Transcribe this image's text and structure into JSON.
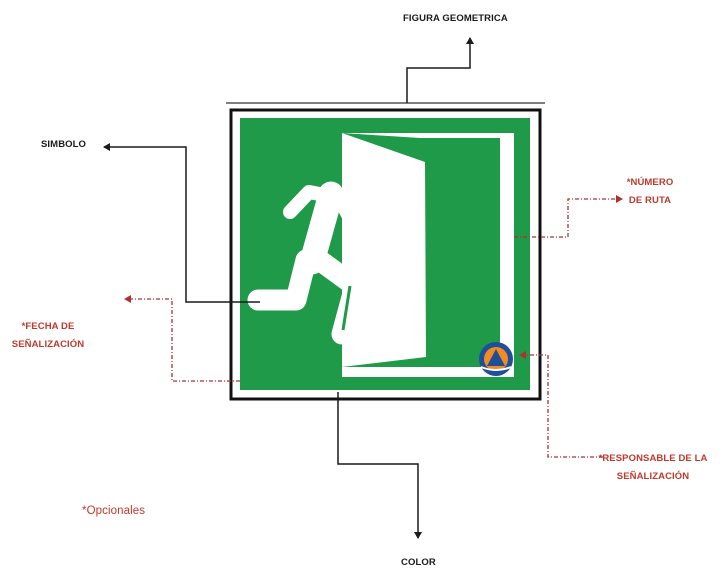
{
  "labels": {
    "figura": "FIGURA GEOMETRICA",
    "simbolo": "SIMBOLO",
    "color": "COLOR",
    "numero_ruta_line1": "*NÚMERO",
    "numero_ruta_line2": "DE RUTA",
    "fecha_line1": "*FECHA DE",
    "fecha_line2": "SEÑALIZACIÓN",
    "responsable_line1": "*RESPONSABLE DE LA",
    "responsable_line2": "SEÑALIZACIÓN",
    "opcionales": "*Opcionales"
  },
  "colors": {
    "sign_green": "#1e9a48",
    "leader_black": "#1a1a1a",
    "leader_red": "#b03030",
    "emblem_blue": "#1d4f9c",
    "emblem_orange": "#f28c1e"
  },
  "sign_icons": [
    "running-man-icon",
    "exit-door-icon",
    "civil-protection-emblem-icon"
  ]
}
